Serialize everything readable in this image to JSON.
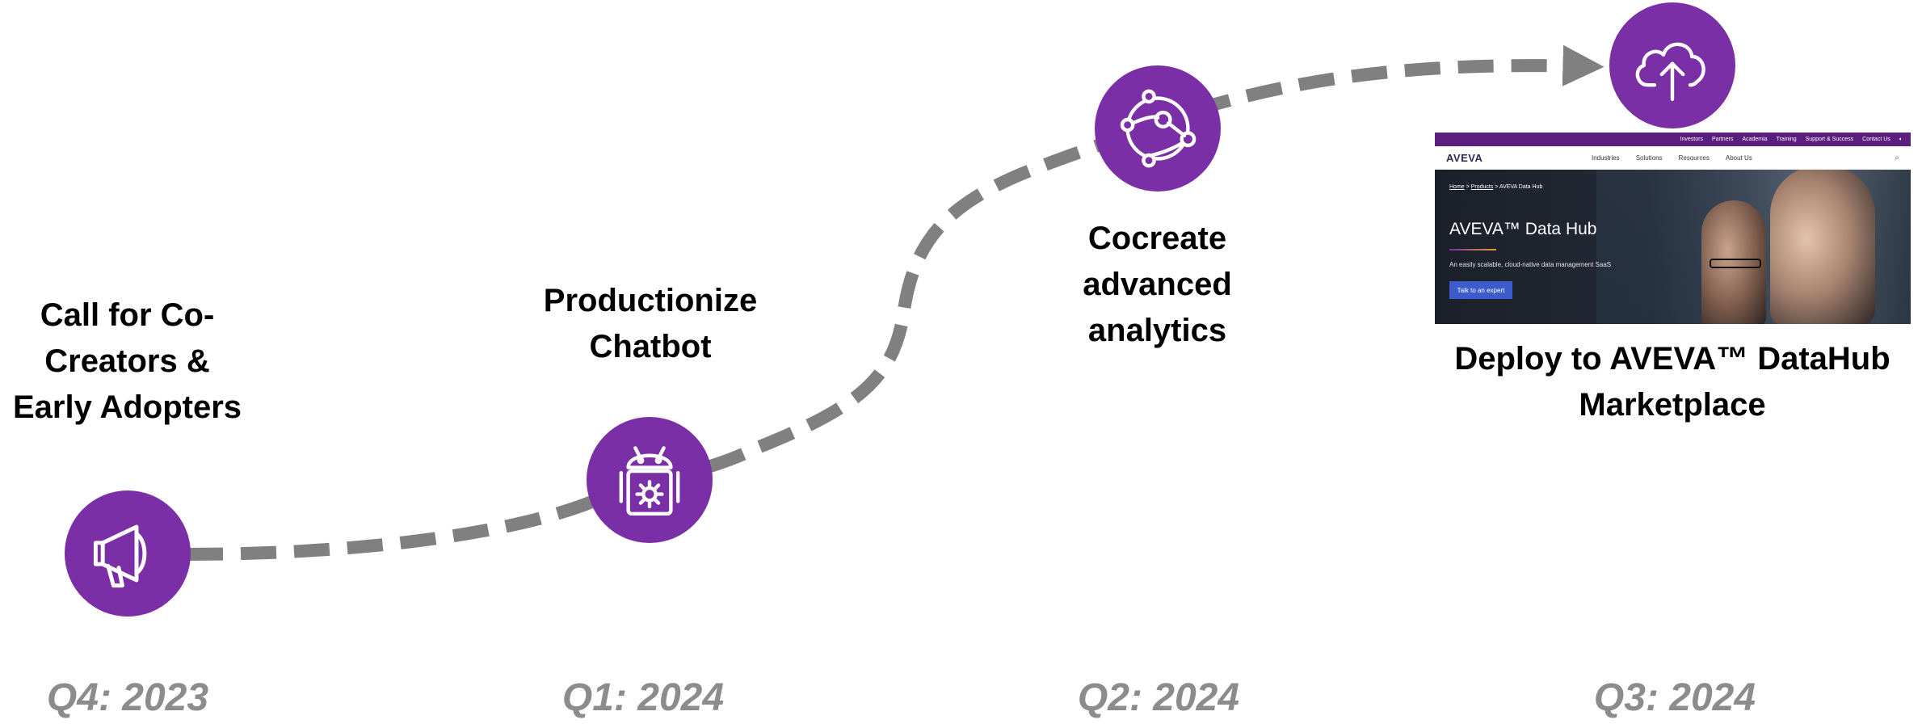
{
  "colors": {
    "icon_purple": "#7b2fa6",
    "path_gray": "#808080",
    "quarter_gray": "#8c8c8c"
  },
  "milestones": [
    {
      "icon": "megaphone-icon",
      "label_lines": [
        "Call for Co-",
        "Creators &",
        "Early Adopters"
      ],
      "quarter": "Q4: 2023"
    },
    {
      "icon": "android-gear-icon",
      "label_lines": [
        "Productionize",
        "Chatbot"
      ],
      "quarter": "Q1: 2024"
    },
    {
      "icon": "network-nodes-icon",
      "label_lines": [
        "Cocreate",
        "advanced",
        "analytics"
      ],
      "quarter": "Q2: 2024"
    },
    {
      "icon": "cloud-upload-icon",
      "label_lines": [
        "Deploy to AVEVA™ DataHub",
        "Marketplace"
      ],
      "quarter": "Q3: 2024"
    }
  ],
  "website": {
    "topbar_links": [
      "Investors",
      "Partners",
      "Academia",
      "Training",
      "Support & Success",
      "Contact Us"
    ],
    "logo": "AVEVA",
    "nav_links": [
      "Industries",
      "Solutions",
      "Resources",
      "About Us"
    ],
    "breadcrumb": {
      "home": "Home",
      "products": "Products",
      "current": "AVEVA Data Hub"
    },
    "hero_title": "AVEVA™ Data Hub",
    "hero_subtitle": "An easily scalable, cloud-native data management SaaS",
    "cta_button": "Talk to an expert"
  }
}
